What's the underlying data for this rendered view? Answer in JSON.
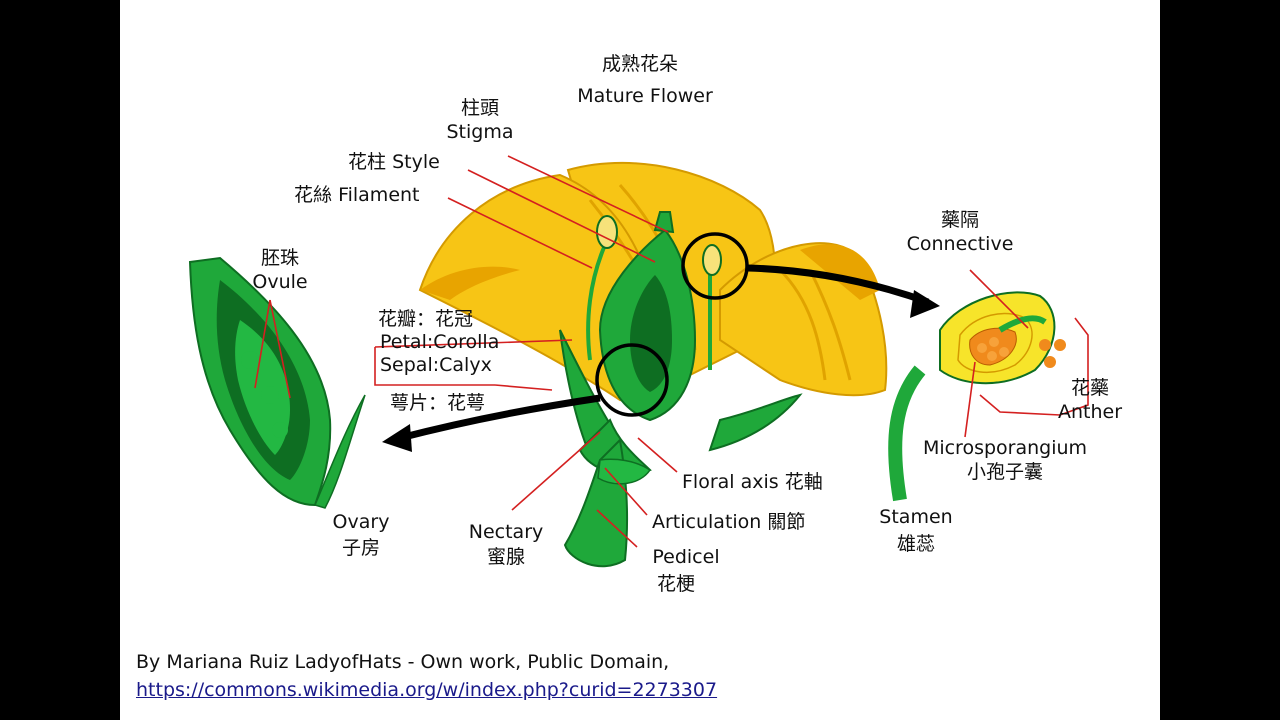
{
  "title": {
    "zh": "成熟花朵",
    "en": "Mature Flower"
  },
  "labels": {
    "stigma": {
      "zh": "柱頭",
      "en": "Stigma"
    },
    "style": {
      "zh": "花柱",
      "en": "Style"
    },
    "filament": {
      "zh": "花絲",
      "en": "Filament"
    },
    "ovule": {
      "zh": "胚珠",
      "en": "Ovule"
    },
    "petal": {
      "zh": "花瓣：花冠",
      "en": "Petal:Corolla"
    },
    "sepal": {
      "zh": "萼片：花萼",
      "en": "Sepal:Calyx"
    },
    "ovary": {
      "zh": "子房",
      "en": "Ovary"
    },
    "nectary": {
      "zh": "蜜腺",
      "en": "Nectary"
    },
    "floral_axis": {
      "zh": "花軸",
      "en": "Floral axis"
    },
    "articulation": {
      "zh": "關節",
      "en": "Articulation"
    },
    "pedicel": {
      "zh": "花梗",
      "en": "Pedicel"
    },
    "connective": {
      "zh": "藥隔",
      "en": "Connective"
    },
    "anther": {
      "zh": "花藥",
      "en": "Anther"
    },
    "microsporangium": {
      "zh": "小孢子囊",
      "en": "Microsporangium"
    },
    "stamen": {
      "zh": "雄蕊",
      "en": "Stamen"
    }
  },
  "credit": {
    "line1": "By Mariana Ruiz LadyofHats - Own work, Public Domain,",
    "link": "https://commons.wikimedia.org/w/index.php?curid=2273307"
  },
  "colors": {
    "petal": "#F5C000",
    "petal_dark": "#E0A300",
    "green": "#1FA83A",
    "green_dark": "#0E6E22",
    "leader": "#D42020",
    "pollen": "#F08A1C"
  }
}
